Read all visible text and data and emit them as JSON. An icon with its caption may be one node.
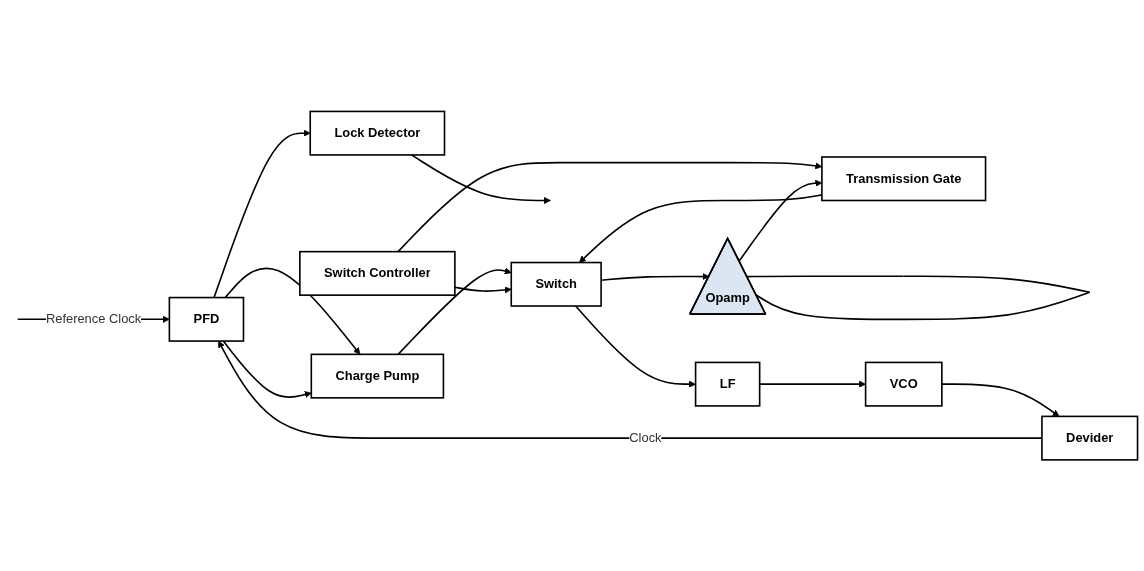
{
  "diagram": {
    "nodes": [
      {
        "text": [
          "Opamp"
        ]
      },
      {
        "text": [
          "Lock Detector"
        ]
      },
      {
        "text": [
          "Transmission Gate"
        ]
      },
      {
        "text": [
          "Switch Controller"
        ]
      },
      {
        "text": [
          "PFD"
        ]
      },
      {
        "text": [
          "Charge Pump"
        ]
      },
      {
        "text": [
          "Switch"
        ]
      },
      {
        "text": [
          "LF"
        ]
      },
      {
        "text": [
          "VCO"
        ]
      },
      {
        "text": [
          "Devider"
        ]
      }
    ],
    "edges": [
      {
        "from": null,
        "to": 4,
        "arrow": "to",
        "label": "Reference Clock"
      },
      {
        "from": 4,
        "to": 1,
        "arrow": "to"
      },
      {
        "from": 1,
        "to": null,
        "arrow": "to"
      },
      {
        "from": 4,
        "to": 5,
        "arrow": "to"
      },
      {
        "from": 4,
        "to": 5,
        "arrow": "to"
      },
      {
        "from": 5,
        "to": 6,
        "arrow": "to"
      },
      {
        "from": 2,
        "to": 6,
        "arrow": "to"
      },
      {
        "from": 3,
        "to": 6,
        "arrow": "to"
      },
      {
        "from": 3,
        "to": 2,
        "arrow": "to"
      },
      {
        "from": 6,
        "to": 7,
        "arrow": "to"
      },
      {
        "from": 6,
        "to": 0,
        "arrow": "to"
      },
      {
        "from": 0,
        "to": 2,
        "arrow": "to"
      },
      {
        "from": 0,
        "to": 0,
        "arrow": "none"
      },
      {
        "from": 7,
        "to": 8,
        "arrow": "to"
      },
      {
        "from": 8,
        "to": 9,
        "arrow": "to"
      },
      {
        "from": 9,
        "to": 4,
        "arrow": "to",
        "label": "Clock"
      }
    ]
  }
}
